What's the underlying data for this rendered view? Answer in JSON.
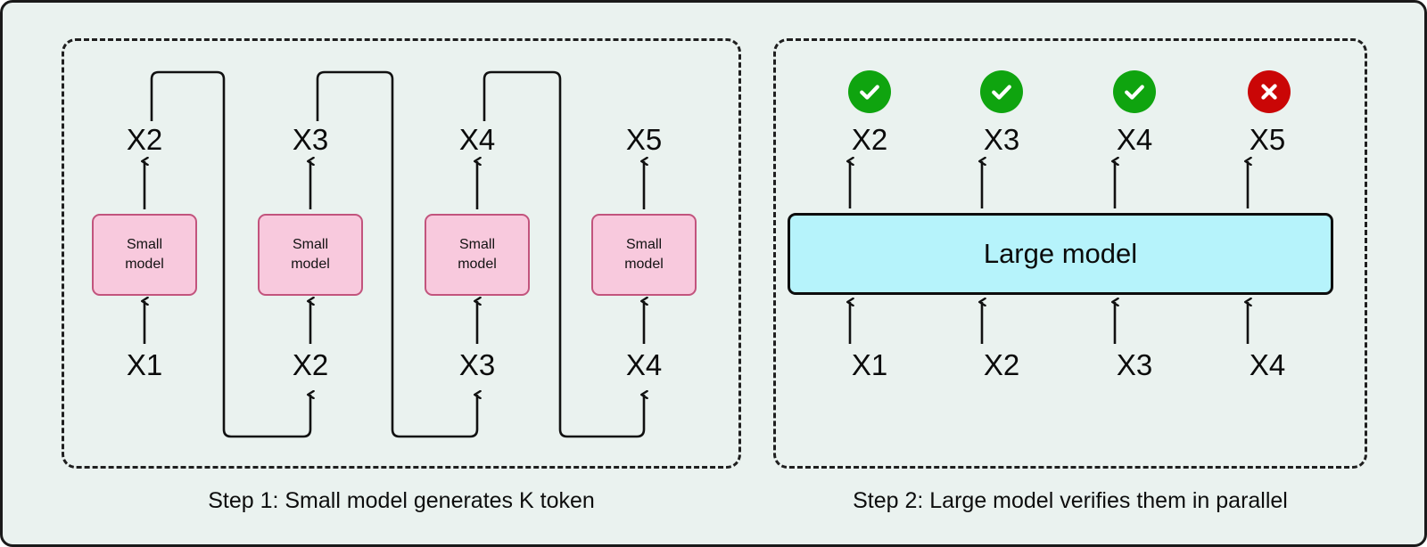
{
  "diagram": {
    "title": "Speculative decoding two-step diagram",
    "background_color": "#eaf2ef",
    "colors": {
      "small_model_fill": "#f8c9dd",
      "small_model_border": "#c2547d",
      "large_model_fill": "#b6f3fb",
      "large_model_border": "#0d0d0d",
      "accept_badge": "#0fa40f",
      "reject_badge": "#ca0606",
      "wire": "#111111"
    }
  },
  "panels": [
    {
      "id": "step1",
      "caption": "Step 1: Small model generates K token",
      "columns": [
        {
          "input_token": "X1",
          "model_label_line1": "Small",
          "model_label_line2": "model",
          "output_token": "X2"
        },
        {
          "input_token": "X2",
          "model_label_line1": "Small",
          "model_label_line2": "model",
          "output_token": "X3"
        },
        {
          "input_token": "X3",
          "model_label_line1": "Small",
          "model_label_line2": "model",
          "output_token": "X4"
        },
        {
          "input_token": "X4",
          "model_label_line1": "Small",
          "model_label_line2": "model",
          "output_token": "X5"
        }
      ]
    },
    {
      "id": "step2",
      "caption": "Step 2: Large model verifies them in parallel",
      "model_label": "Large model",
      "columns": [
        {
          "input_token": "X1",
          "output_token": "X2",
          "verdict": "accepted",
          "badge_icon": "check-icon"
        },
        {
          "input_token": "X2",
          "output_token": "X3",
          "verdict": "accepted",
          "badge_icon": "check-icon"
        },
        {
          "input_token": "X3",
          "output_token": "X4",
          "verdict": "accepted",
          "badge_icon": "check-icon"
        },
        {
          "input_token": "X4",
          "output_token": "X5",
          "verdict": "rejected",
          "badge_icon": "cross-icon"
        }
      ]
    }
  ]
}
